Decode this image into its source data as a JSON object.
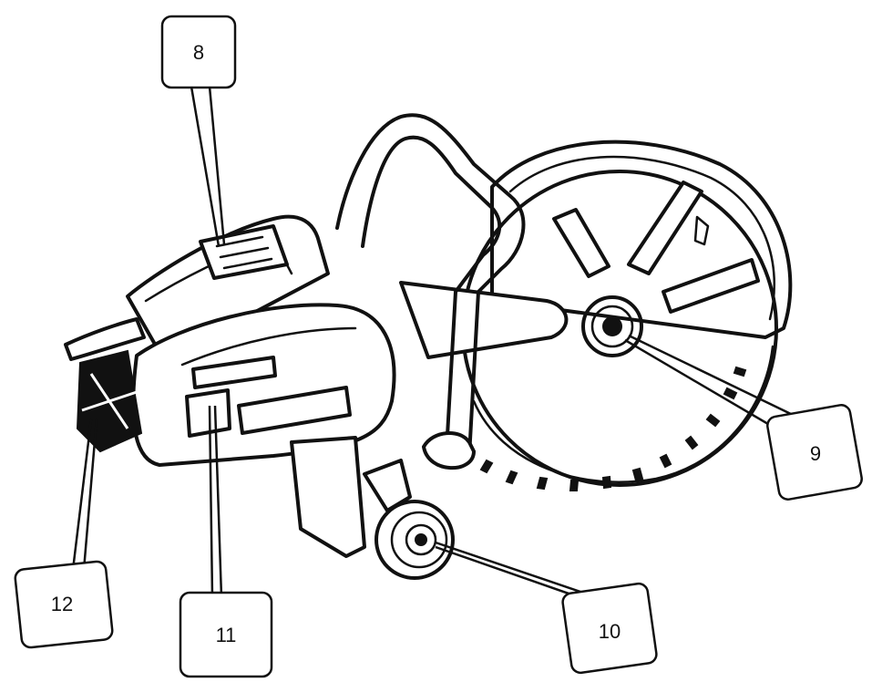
{
  "callouts": {
    "c8": "8",
    "c9": "9",
    "c10": "10",
    "c11": "11",
    "c12": "12"
  }
}
